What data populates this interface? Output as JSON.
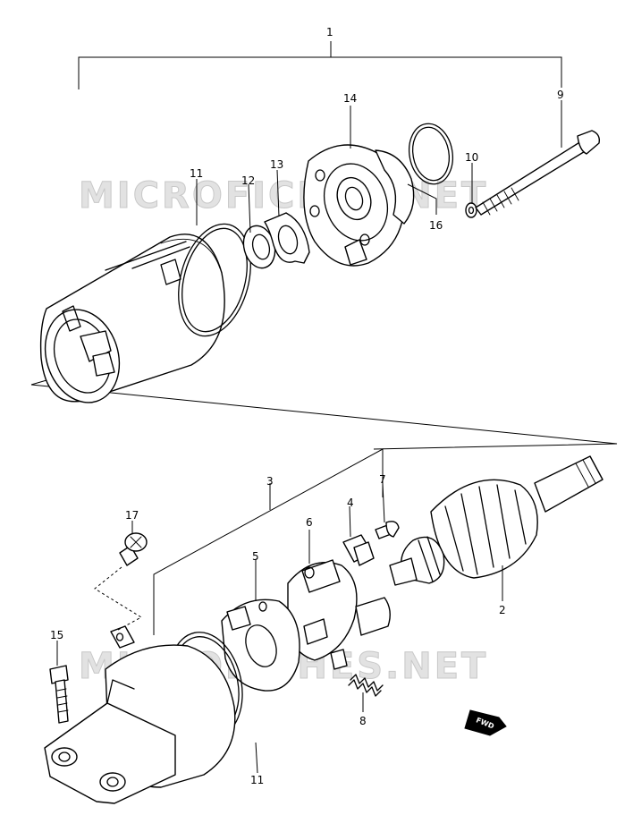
{
  "watermark": "MICROFICHES.NET",
  "fwd_label": "FWD",
  "callouts": {
    "c1": "1",
    "c2": "2",
    "c3": "3",
    "c4": "4",
    "c5": "5",
    "c6": "6",
    "c7": "7",
    "c8": "8",
    "c9": "9",
    "c10": "10",
    "c11a": "11",
    "c11b": "11",
    "c12": "12",
    "c13": "13",
    "c14": "14",
    "c15": "15",
    "c16": "16",
    "c17": "17"
  }
}
